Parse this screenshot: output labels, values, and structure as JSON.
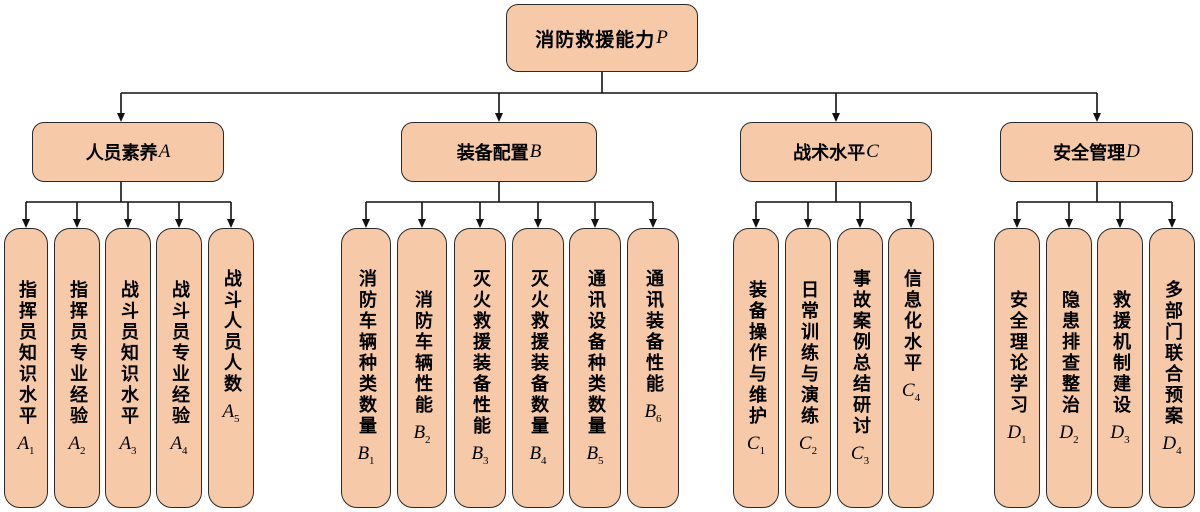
{
  "root": {
    "label": "消防救援能力",
    "symbol": "P"
  },
  "categories": [
    {
      "label": "人员素养",
      "symbol": "A",
      "leaves": [
        {
          "label": "指挥员知识水平",
          "symbol": "A",
          "sub": "1"
        },
        {
          "label": "指挥员专业经验",
          "symbol": "A",
          "sub": "2"
        },
        {
          "label": "战斗员知识水平",
          "symbol": "A",
          "sub": "3"
        },
        {
          "label": "战斗员专业经验",
          "symbol": "A",
          "sub": "4"
        },
        {
          "label": "战斗人员人数",
          "symbol": "A",
          "sub": "5"
        }
      ]
    },
    {
      "label": "装备配置",
      "symbol": "B",
      "leaves": [
        {
          "label": "消防车辆种类数量",
          "symbol": "B",
          "sub": "1"
        },
        {
          "label": "消防车辆性能",
          "symbol": "B",
          "sub": "2"
        },
        {
          "label": "灭火救援装备性能",
          "symbol": "B",
          "sub": "3"
        },
        {
          "label": "灭火救援装备数量",
          "symbol": "B",
          "sub": "4"
        },
        {
          "label": "通讯设备种类数量",
          "symbol": "B",
          "sub": "5"
        },
        {
          "label": "通讯装备性能",
          "symbol": "B",
          "sub": "6"
        }
      ]
    },
    {
      "label": "战术水平",
      "symbol": "C",
      "leaves": [
        {
          "label": "装备操作与维护",
          "symbol": "C",
          "sub": "1"
        },
        {
          "label": "日常训练与演练",
          "symbol": "C",
          "sub": "2"
        },
        {
          "label": "事故案例总结研讨",
          "symbol": "C",
          "sub": "3"
        },
        {
          "label": "信息化水平",
          "symbol": "C",
          "sub": "4"
        }
      ]
    },
    {
      "label": "安全管理",
      "symbol": "D",
      "leaves": [
        {
          "label": "安全理论学习",
          "symbol": "D",
          "sub": "1"
        },
        {
          "label": "隐患排查整治",
          "symbol": "D",
          "sub": "2"
        },
        {
          "label": "救援机制建设",
          "symbol": "D",
          "sub": "3"
        },
        {
          "label": "多部门联合预案",
          "symbol": "D",
          "sub": "4"
        }
      ]
    }
  ]
}
